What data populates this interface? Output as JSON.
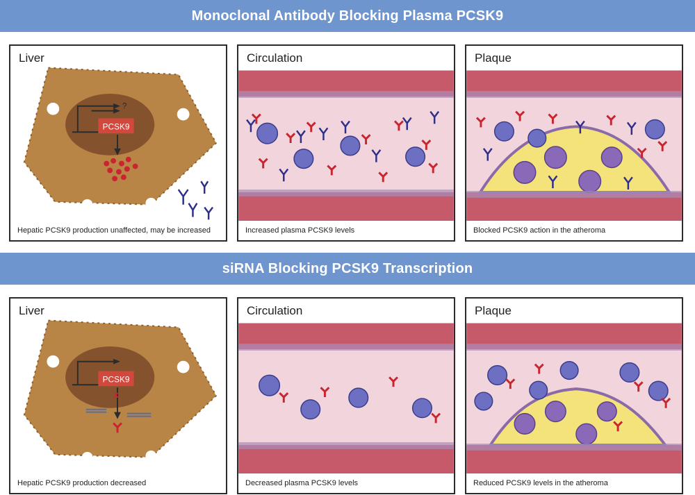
{
  "sections": [
    {
      "title": "Monoclonal Antibody Blocking Plasma PCSK9",
      "panels": [
        {
          "title": "Liver",
          "caption": "Hepatic PCSK9 production unaffected, may be increased",
          "gene_label": "PCSK9",
          "question_mark": "?"
        },
        {
          "title": "Circulation",
          "caption": "Increased plasma PCSK9 levels"
        },
        {
          "title": "Plaque",
          "caption": "Blocked PCSK9 action in the atheroma"
        }
      ]
    },
    {
      "title": "siRNA Blocking PCSK9 Transcription",
      "panels": [
        {
          "title": "Liver",
          "caption": "Hepatic PCSK9 production decreased",
          "gene_label": "PCSK9"
        },
        {
          "title": "Circulation",
          "caption": "Decreased plasma PCSK9 levels"
        },
        {
          "title": "Plaque",
          "caption": "Reduced PCSK9 levels in the atheroma"
        }
      ]
    }
  ],
  "colors": {
    "banner": "#6f95cf",
    "liver_cell": "#b98546",
    "nucleus": "#7a4a2a",
    "gene_box": "#d2483d",
    "pcsk9": "#c8252f",
    "antibody": "#2f2f8a",
    "vessel_wall": "#c65a6a",
    "lumen": "#f2d4dc",
    "plaque": "#f4e27a",
    "cell": "#6c6fc2"
  }
}
